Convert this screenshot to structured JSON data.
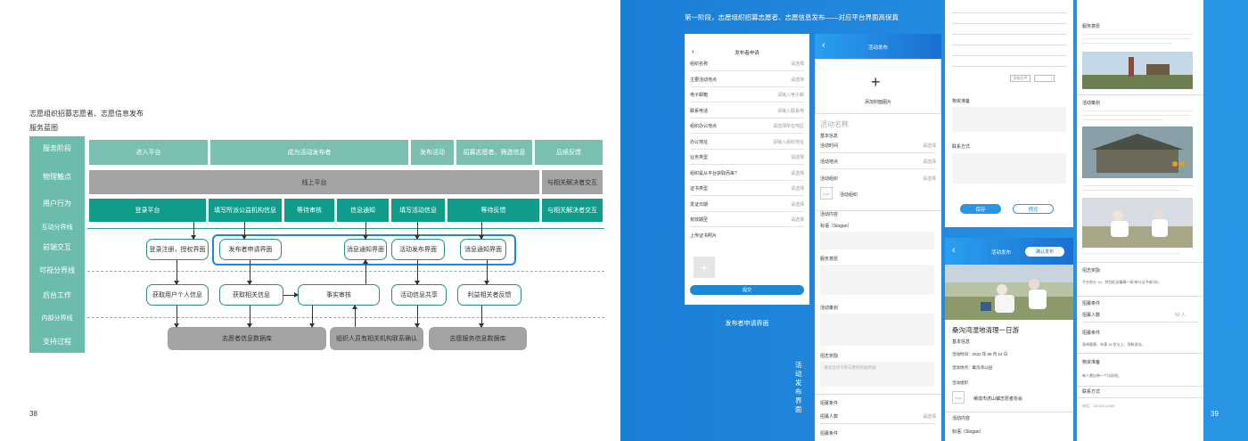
{
  "left": {
    "header_line1": "志愿组织招募志愿者、志愿信息发布",
    "header_line2": "服务蓝图",
    "page_number": "38",
    "lanes": [
      "服务阶段",
      "物理触点",
      "用户行为",
      "互动分界线",
      "前端交互",
      "可视分界线",
      "后台工作",
      "内部分界线",
      "支持过程"
    ],
    "stages": [
      "进入平台",
      "成为活动发布者",
      "发布活动",
      "招募志愿者、筛选信息",
      "后续反馈"
    ],
    "touch_main": "线上平台",
    "touch_side": "与相关解决者交互",
    "user_actions": [
      "登录平台",
      "填写所派公益机构信息",
      "等待审核",
      "信息通知",
      "填写活动信息",
      "等待反馈",
      "与相关解决者交互"
    ],
    "front": [
      "登录注册，授权界面",
      "发布者申请界面",
      "消息通知界面",
      "活动发布界面",
      "消息通知界面"
    ],
    "back": [
      "获取用户个人信息",
      "获取相关信息",
      "事实审核",
      "活动信息共享",
      "利益相关者反馈"
    ],
    "support": [
      "志愿者信息数据库",
      "组织人员有相关机构联系确认",
      "志愿服务信息数据库"
    ]
  },
  "right": {
    "title": "第一阶段，志愿组织招募志愿者、志愿信息发布——对应平台界面高保真",
    "page_number": "39",
    "screen1": {
      "title": "发布者申请",
      "rows": [
        {
          "label": "组织名称",
          "hint": "请选择"
        },
        {
          "label": "主要活动地点",
          "hint": "请选择"
        },
        {
          "label": "电子邮箱",
          "hint": "请输入电子邮"
        },
        {
          "label": "联系电话",
          "hint": "请输入联系电"
        },
        {
          "label": "组织办公地点",
          "hint": "请选择所在地区"
        },
        {
          "label": "办公地址",
          "hint": "请输入组织地址"
        },
        {
          "label": "业务类型",
          "hint": "请选择"
        },
        {
          "label": "组织是从平台获取而来?",
          "hint": "请选择"
        },
        {
          "label": "证书类型",
          "hint": "请选择"
        },
        {
          "label": "发证日期",
          "hint": "请选择"
        },
        {
          "label": "有效期至",
          "hint": "请选择"
        },
        {
          "label": "上传证书照片",
          "hint": ""
        }
      ],
      "submit": "提交",
      "caption": "发布者申请界面"
    },
    "screen2": {
      "title": "活动发布",
      "cover": "添加封面图片",
      "name_placeholder": "活动名称",
      "basic_info": "基本信息",
      "rows": [
        {
          "label": "活动时间",
          "hint": "请选择"
        },
        {
          "label": "活动地点",
          "hint": "请选择"
        },
        {
          "label": "活动组织",
          "hint": "请选择"
        }
      ],
      "logo": "logo",
      "org_label": "活动组织",
      "content": "活动内容",
      "slogan": "标语（Slogan）",
      "service": "服务意愿",
      "plan": "活动策划",
      "reward": "招志奖励",
      "reward_hint": "请说出对于参与者的奖励奖励",
      "recruit": "招募条件",
      "recruit_num": "招募人数",
      "recruit_num_hint": "请选择",
      "recruit_cond": "招募条件",
      "vertical_caption": "活动发布界面"
    },
    "screen3": {
      "materials": "物资准备",
      "contact": "联系方式",
      "btn_save": "保存",
      "btn_preview": "预览",
      "upload_label": "添加文件"
    },
    "screen4": {
      "title": "活动发布",
      "confirm": "确认发布",
      "event_name": "桑沟湾湿地清理一日游",
      "basic_info": "基本信息",
      "time": "活动时间：2022 年 08 月 12 日",
      "place": "活动地点：桑沟湾公园",
      "org": "活动组织",
      "org_name": "荣成市虎山镇志愿者协会",
      "logo": "logo",
      "content": "活动内容",
      "slogan": "标语（Slogan）"
    },
    "screen5": {
      "service": "服务意愿",
      "plan": "活动策划",
      "reward": "招志奖励",
      "reward_text": "平台积分 10，特别纪念徽章一款/参与证书各1份。",
      "recruit": "招募条件",
      "recruit_num": "招募人数",
      "recruit_num_val": "50 人",
      "recruit_cond": "招募条件",
      "recruit_cond_text": "身体健康，年满 16 岁以上，熟练游泳。",
      "materials": "物资准备",
      "materials_text": "每人需自带一个垃圾袋。",
      "contact": "联系方式",
      "contact_text": "电话：15151512468"
    }
  }
}
